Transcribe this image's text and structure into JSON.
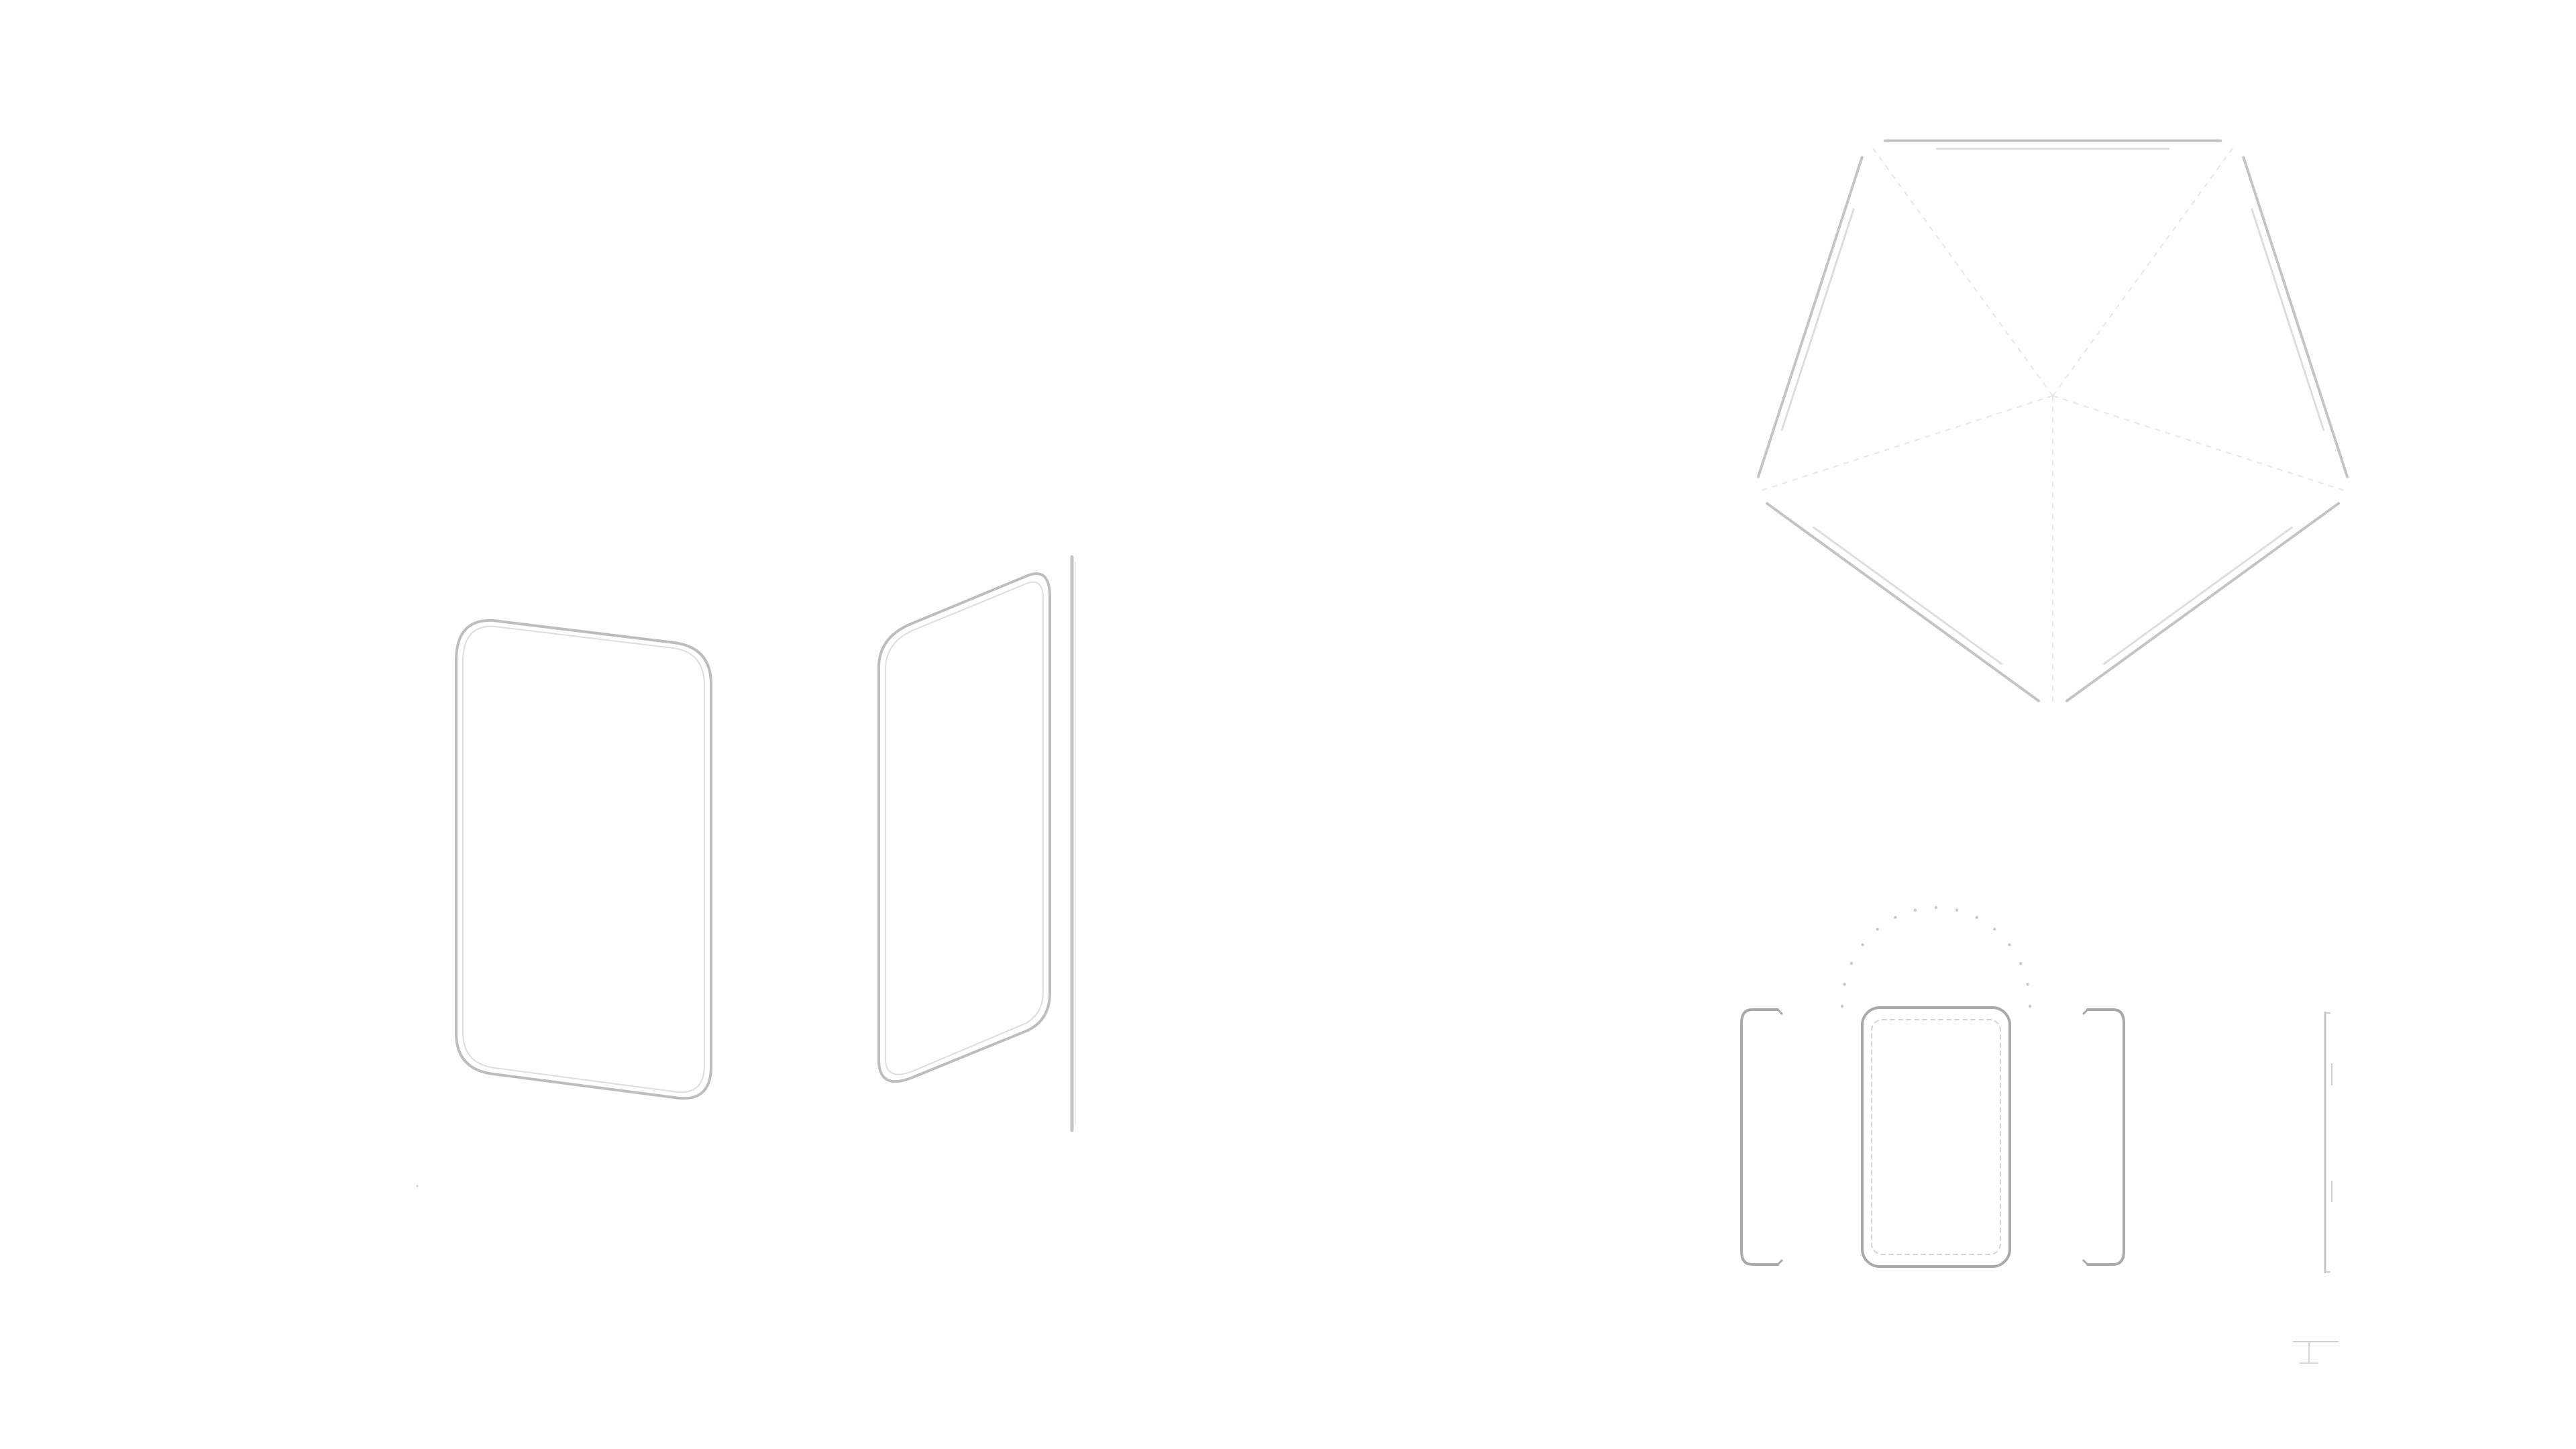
{
  "colors": {
    "background": "#ffffff",
    "device_stroke": "#bdbdbd",
    "device_stroke_inner": "#d9d9d9",
    "guide_stroke": "#e6e6e6",
    "bar_stroke": "#c4c4c4",
    "bar_stroke_light": "#dddddd"
  },
  "diagram": {
    "perspective_devices": [
      "tilted-left-device",
      "tilted-right-device",
      "edge-on-device"
    ],
    "pentagon_panels": 5,
    "orthographic_views": [
      "left-side-profile",
      "front-view",
      "right-side-profile",
      "edge-profile"
    ]
  }
}
